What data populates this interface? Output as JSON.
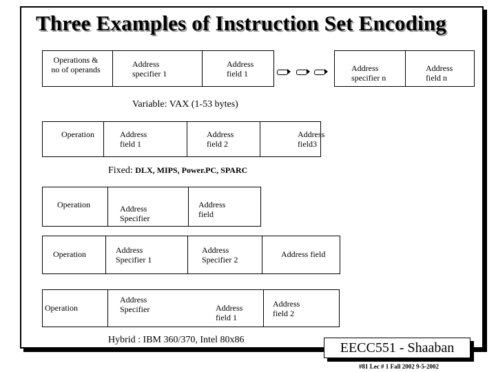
{
  "title": "Three Examples of Instruction Set Encoding",
  "vax": {
    "fields": {
      "operations": "Operations &\nno of operands",
      "spec1": "Address\nspecifier 1",
      "field1": "Address\nfield 1",
      "specn": "Address\nspecifier n",
      "fieldn": "Address\nfield n"
    },
    "caption": "Variable: VAX  (1-53 bytes)"
  },
  "fixed": {
    "fields": {
      "operation": "Operation",
      "field1": "Address\nfield 1",
      "field2": "Address\nfield 2",
      "field3": "Address\nfield3"
    },
    "caption_label": "Fixed:",
    "caption_archs": "DLX, MIPS, Power.PC, SPARC"
  },
  "hybrid": {
    "row1": {
      "operation": "Operation",
      "specifier": "Address\nSpecifier",
      "field": "Address\nfield"
    },
    "row2": {
      "operation": "Operation",
      "spec1": "Address\nSpecifier 1",
      "spec2": "Address\nSpecifier 2",
      "field": "Address field"
    },
    "row3": {
      "operation": "Operation",
      "specifier": "Address\nSpecifier",
      "field1": "Address\nfield 1",
      "field2": "Address\nfield 2"
    },
    "caption": "Hybrid : IBM 360/370,  Intel 80x86"
  },
  "badge": "EECC551 - Shaaban",
  "footer": "#81   Lec # 1 Fall 2002  9-5-2002"
}
